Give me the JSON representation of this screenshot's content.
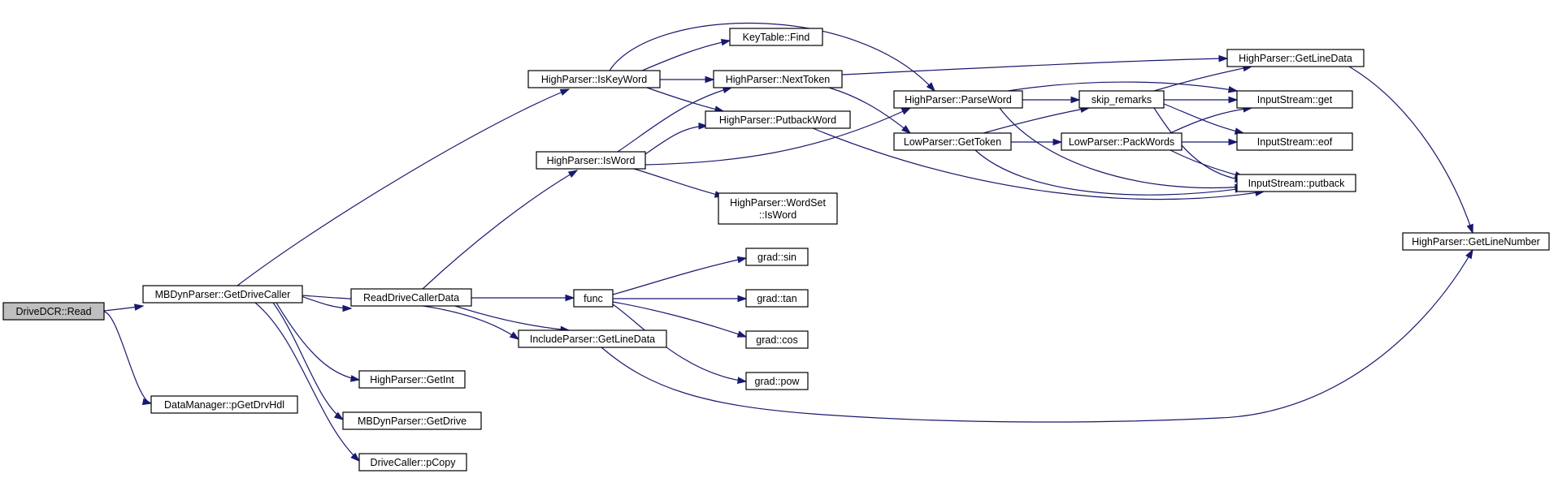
{
  "graph": {
    "colors": {
      "edge": "#191970",
      "node_fill": "#ffffff",
      "root_fill": "#bfbfbf",
      "node_border": "#000000"
    },
    "nodes": [
      {
        "id": "drive_dcr_read",
        "lines": [
          "DriveDCR::Read"
        ],
        "root": true
      },
      {
        "id": "get_drive_caller",
        "lines": [
          "MBDynParser::GetDriveCaller"
        ]
      },
      {
        "id": "p_get_drv_hdl",
        "lines": [
          "DataManager::pGetDrvHdl"
        ]
      },
      {
        "id": "read_drive_caller_data",
        "lines": [
          "ReadDriveCallerData"
        ]
      },
      {
        "id": "include_get_line_data",
        "lines": [
          "IncludeParser::GetLineData"
        ]
      },
      {
        "id": "high_get_int",
        "lines": [
          "HighParser::GetInt"
        ]
      },
      {
        "id": "get_drive",
        "lines": [
          "MBDynParser::GetDrive"
        ]
      },
      {
        "id": "p_copy",
        "lines": [
          "DriveCaller::pCopy"
        ]
      },
      {
        "id": "is_key_word",
        "lines": [
          "HighParser::IsKeyWord"
        ]
      },
      {
        "id": "is_word",
        "lines": [
          "HighParser::IsWord"
        ]
      },
      {
        "id": "func",
        "lines": [
          "func"
        ]
      },
      {
        "id": "key_table_find",
        "lines": [
          "KeyTable::Find"
        ]
      },
      {
        "id": "next_token",
        "lines": [
          "HighParser::NextToken"
        ]
      },
      {
        "id": "putback_word",
        "lines": [
          "HighParser::PutbackWord"
        ]
      },
      {
        "id": "word_set_is_word",
        "lines": [
          "HighParser::WordSet",
          "::IsWord"
        ]
      },
      {
        "id": "grad_sin",
        "lines": [
          "grad::sin"
        ]
      },
      {
        "id": "grad_tan",
        "lines": [
          "grad::tan"
        ]
      },
      {
        "id": "grad_cos",
        "lines": [
          "grad::cos"
        ]
      },
      {
        "id": "grad_pow",
        "lines": [
          "grad::pow"
        ]
      },
      {
        "id": "parse_word",
        "lines": [
          "HighParser::ParseWord"
        ]
      },
      {
        "id": "get_token",
        "lines": [
          "LowParser::GetToken"
        ]
      },
      {
        "id": "skip_remarks",
        "lines": [
          "skip_remarks"
        ]
      },
      {
        "id": "pack_words",
        "lines": [
          "LowParser::PackWords"
        ]
      },
      {
        "id": "high_get_line_data",
        "lines": [
          "HighParser::GetLineData"
        ]
      },
      {
        "id": "stream_get",
        "lines": [
          "InputStream::get"
        ]
      },
      {
        "id": "stream_eof",
        "lines": [
          "InputStream::eof"
        ]
      },
      {
        "id": "stream_putback",
        "lines": [
          "InputStream::putback"
        ]
      },
      {
        "id": "get_line_number",
        "lines": [
          "HighParser::GetLineNumber"
        ]
      }
    ],
    "edges": [
      {
        "from": "drive_dcr_read",
        "to": "get_drive_caller"
      },
      {
        "from": "drive_dcr_read",
        "to": "p_get_drv_hdl"
      },
      {
        "from": "get_drive_caller",
        "to": "is_key_word"
      },
      {
        "from": "get_drive_caller",
        "to": "read_drive_caller_data"
      },
      {
        "from": "get_drive_caller",
        "to": "include_get_line_data"
      },
      {
        "from": "get_drive_caller",
        "to": "high_get_int"
      },
      {
        "from": "get_drive_caller",
        "to": "get_drive"
      },
      {
        "from": "get_drive_caller",
        "to": "p_copy"
      },
      {
        "from": "read_drive_caller_data",
        "to": "is_word"
      },
      {
        "from": "read_drive_caller_data",
        "to": "func"
      },
      {
        "from": "read_drive_caller_data",
        "to": "include_get_line_data"
      },
      {
        "from": "is_key_word",
        "to": "key_table_find"
      },
      {
        "from": "is_key_word",
        "to": "next_token"
      },
      {
        "from": "is_key_word",
        "to": "putback_word"
      },
      {
        "from": "is_key_word",
        "to": "parse_word"
      },
      {
        "from": "is_word",
        "to": "next_token"
      },
      {
        "from": "is_word",
        "to": "putback_word"
      },
      {
        "from": "is_word",
        "to": "parse_word"
      },
      {
        "from": "is_word",
        "to": "word_set_is_word"
      },
      {
        "from": "func",
        "to": "grad_sin"
      },
      {
        "from": "func",
        "to": "grad_tan"
      },
      {
        "from": "func",
        "to": "grad_cos"
      },
      {
        "from": "func",
        "to": "grad_pow"
      },
      {
        "from": "next_token",
        "to": "high_get_line_data"
      },
      {
        "from": "next_token",
        "to": "get_token"
      },
      {
        "from": "putback_word",
        "to": "stream_putback"
      },
      {
        "from": "parse_word",
        "to": "skip_remarks"
      },
      {
        "from": "parse_word",
        "to": "stream_get"
      },
      {
        "from": "parse_word",
        "to": "stream_putback"
      },
      {
        "from": "get_token",
        "to": "skip_remarks"
      },
      {
        "from": "get_token",
        "to": "pack_words"
      },
      {
        "from": "get_token",
        "to": "stream_putback"
      },
      {
        "from": "skip_remarks",
        "to": "high_get_line_data"
      },
      {
        "from": "skip_remarks",
        "to": "stream_get"
      },
      {
        "from": "skip_remarks",
        "to": "stream_eof"
      },
      {
        "from": "skip_remarks",
        "to": "stream_putback"
      },
      {
        "from": "pack_words",
        "to": "stream_get"
      },
      {
        "from": "pack_words",
        "to": "stream_eof"
      },
      {
        "from": "pack_words",
        "to": "stream_putback"
      },
      {
        "from": "high_get_line_data",
        "to": "get_line_number"
      },
      {
        "from": "include_get_line_data",
        "to": "get_line_number"
      }
    ]
  }
}
